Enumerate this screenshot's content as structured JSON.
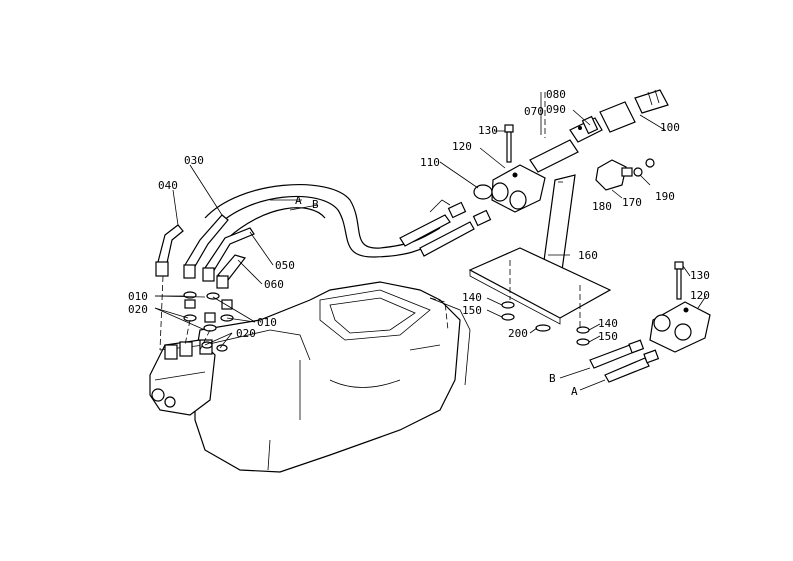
{
  "labels": {
    "p010_left": "010",
    "p020_left": "020",
    "p010_mid": "010",
    "p020_mid": "020",
    "p030": "030",
    "p040": "040",
    "p050": "050",
    "p060": "060",
    "p070": "070",
    "p080": "080",
    "p090": "090",
    "p100": "100",
    "p110": "110",
    "p120_top": "120",
    "p120_right": "120",
    "p130_top": "130",
    "p130_right": "130",
    "p140_left": "140",
    "p140_right": "140",
    "p150_left": "150",
    "p150_right": "150",
    "p160": "160",
    "p170": "170",
    "p180": "180",
    "p190": "190",
    "p200": "200",
    "ref_a_top": "A",
    "ref_b_top": "B",
    "ref_a_bottom": "A",
    "ref_b_bottom": "B"
  }
}
